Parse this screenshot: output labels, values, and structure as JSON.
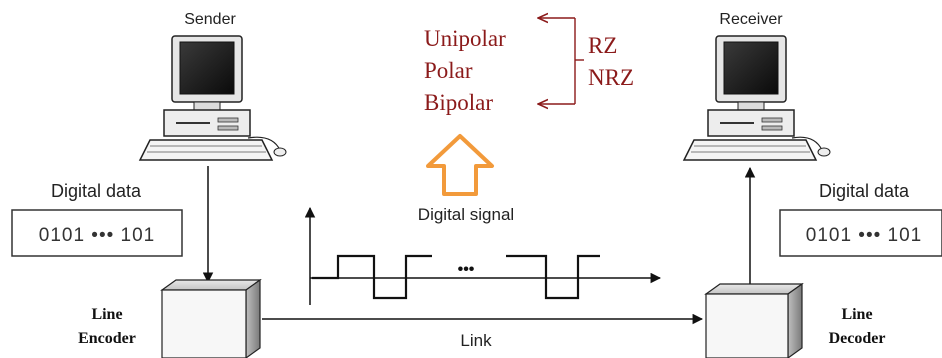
{
  "sender": {
    "label": "Sender"
  },
  "receiver": {
    "label": "Receiver"
  },
  "left_data": {
    "label": "Digital data",
    "value": "0101 ••• 101"
  },
  "right_data": {
    "label": "Digital data",
    "value": "0101 ••• 101"
  },
  "encoder": {
    "line1": "Line",
    "line2": "Encoder"
  },
  "decoder": {
    "line1": "Line",
    "line2": "Decoder"
  },
  "signal": {
    "label": "Digital signal",
    "ellipsis": "•••"
  },
  "link": {
    "label": "Link"
  },
  "schemes": {
    "items": [
      "Unipolar",
      "Polar",
      "Bipolar"
    ],
    "color": "#8b1a1a"
  },
  "variants": {
    "items": [
      "RZ",
      "NRZ"
    ],
    "color": "#8b1a1a"
  },
  "colors": {
    "up_arrow": "#f29a3b",
    "bracket": "#8b1a1a"
  }
}
